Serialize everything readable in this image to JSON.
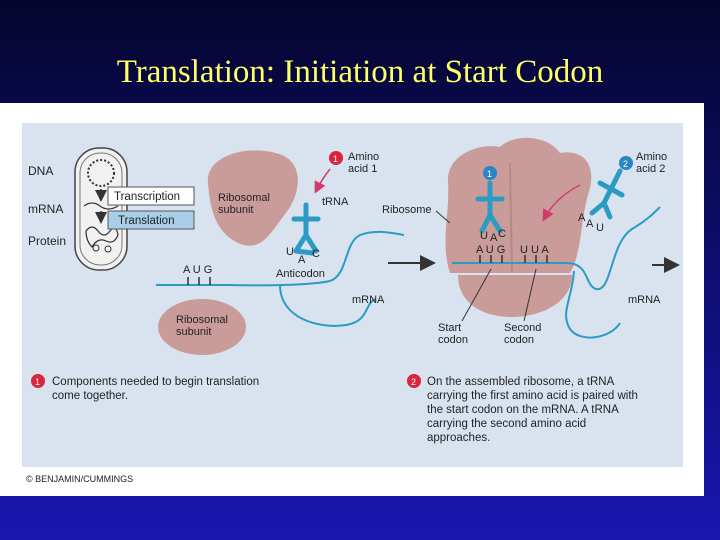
{
  "title": "Translation:  Initiation at Start Codon",
  "inset": {
    "dna": "DNA",
    "mrna": "mRNA",
    "protein": "Protein",
    "transcription": "Transcription",
    "translation": "Translation"
  },
  "step1": {
    "number": "1",
    "amino_acid": [
      "Amino",
      "acid 1"
    ],
    "trna": "tRNA",
    "ribosomal_subunit_top": [
      "Ribosomal",
      "subunit"
    ],
    "ribosomal_subunit_bottom": [
      "Ribosomal",
      "subunit"
    ],
    "anticodon_letters": [
      "U",
      "A",
      "C"
    ],
    "anticodon": "Anticodon",
    "codon": "A U G",
    "mrna": "mRNA",
    "caption": [
      "Components needed to begin translation",
      "come together."
    ]
  },
  "step2": {
    "number": "2",
    "ribosome": "Ribosome",
    "amino_acid_1_number": "1",
    "amino_acid_2": [
      "Amino",
      "acid 2"
    ],
    "amino_acid_2_number": "2",
    "trna1_anticodon": [
      "U",
      "A",
      "C"
    ],
    "trna2_anticodon": [
      "A",
      "A",
      "U"
    ],
    "codon1": "A U G",
    "codon2": "U U A",
    "start_codon": [
      "Start",
      "codon"
    ],
    "second_codon": [
      "Second",
      "codon"
    ],
    "mrna": "mRNA",
    "caption": [
      "On the assembled ribosome, a tRNA",
      "carrying the first amino acid is paired with",
      "the start codon on the mRNA.  A tRNA",
      "carrying the second amino acid",
      "approaches."
    ]
  },
  "copyright": "© BENJAMIN/CUMMINGS",
  "colors": {
    "background": "#0d0d6a",
    "title": "#ffff66",
    "panel": "#d9e3ef",
    "ribosome": "#c99c9a",
    "trna": "#2b9bc4",
    "amino_acid": "#2b84c4",
    "arrow": "#d23a6e",
    "number_badge": "#d7263d"
  }
}
